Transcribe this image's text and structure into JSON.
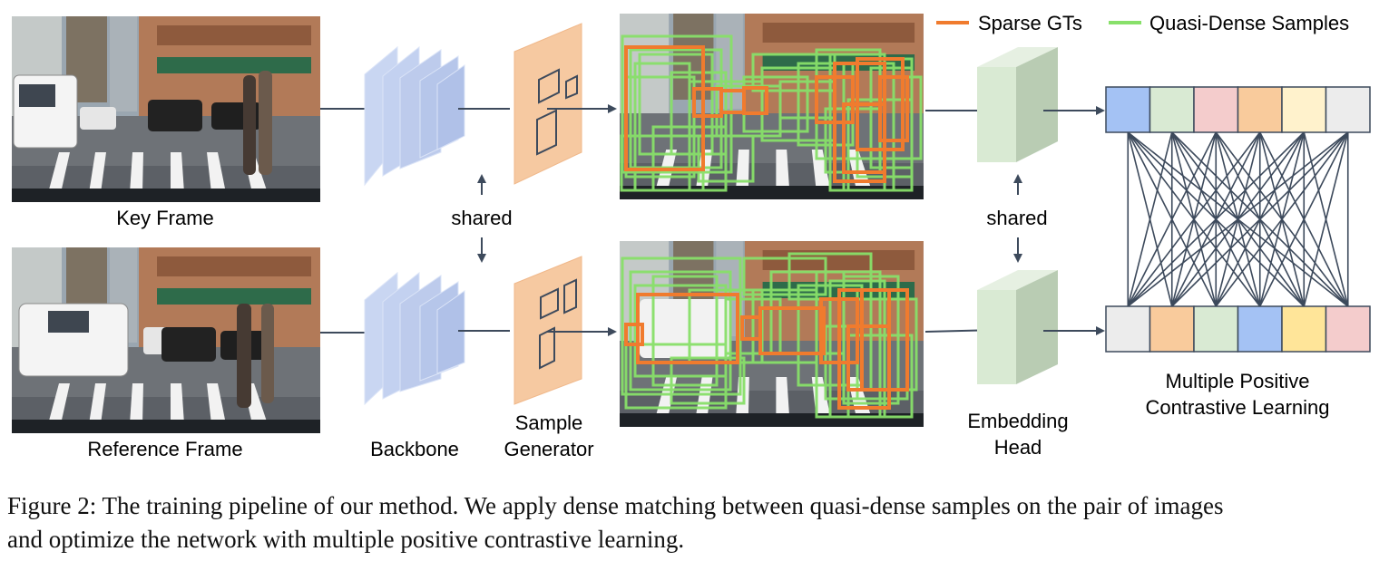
{
  "legend": {
    "sparse_label": "Sparse GTs",
    "sparse_color": "#f07b2e",
    "dense_label": "Quasi-Dense Samples",
    "dense_color": "#88e06a"
  },
  "labels": {
    "key_frame": "Key Frame",
    "reference_frame": "Reference Frame",
    "backbone": "Backbone",
    "sample_generator_line1": "Sample",
    "sample_generator_line2": "Generator",
    "shared_left": "shared",
    "shared_right": "shared",
    "embedding_line1": "Embedding",
    "embedding_line2": "Head",
    "contrastive_line1": "Multiple Positive",
    "contrastive_line2": "Contrastive Learning"
  },
  "embedding_colors": {
    "top": [
      "#a4c2f4",
      "#d9ead3",
      "#f4cccc",
      "#f9cb9c",
      "#fff2cc",
      "#ececec"
    ],
    "bottom": [
      "#ececec",
      "#f9cb9c",
      "#d9ead3",
      "#a4c2f4",
      "#ffe599",
      "#f4cccc"
    ]
  },
  "colors": {
    "backbone_face": "#c9d6f2",
    "sample_generator_face": "#f6c9a1",
    "embedding_face": "#d9ead3",
    "arrow": "#3d4a5c"
  },
  "caption": {
    "line1": "Figure 2: The training pipeline of our method. We apply dense matching between quasi-dense samples on the pair of images",
    "line2": "and optimize the network with multiple positive contrastive learning."
  }
}
